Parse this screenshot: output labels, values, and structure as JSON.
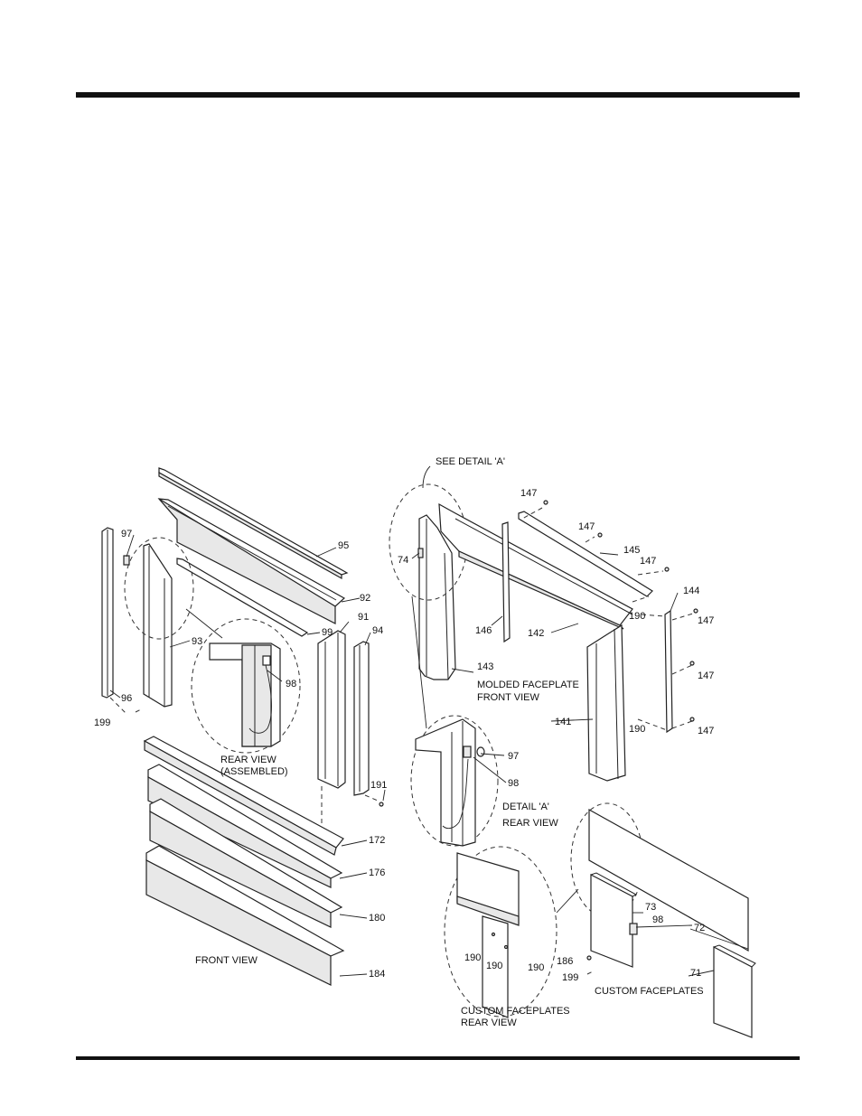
{
  "labels": {
    "l95": "95",
    "l92": "92",
    "l97": "97",
    "l93": "93",
    "l99": "99",
    "l91": "91",
    "l94": "94",
    "l98a": "98",
    "l96": "96",
    "l199a": "199",
    "rear_view_1": "REAR VIEW",
    "rear_view_2": "(ASSEMBLED)",
    "l191": "191",
    "l172": "172",
    "l176": "176",
    "l180": "180",
    "l184": "184",
    "front_view": "FRONT VIEW",
    "see_detail": "SEE DETAIL 'A'",
    "l147a": "147",
    "l147b": "147",
    "l145": "145",
    "l147c": "147",
    "l74": "74",
    "l144": "144",
    "l147d": "147",
    "l190a": "190",
    "l146": "146",
    "l142": "142",
    "l143": "143",
    "molded_1": "MOLDED FACEPLATE",
    "molded_2": "FRONT VIEW",
    "l147e": "147",
    "l141": "141",
    "l190b": "190",
    "l147f": "147",
    "l97b": "97",
    "l98b": "98",
    "detail_1": "DETAIL 'A'",
    "detail_2": "REAR VIEW",
    "l73": "73",
    "l98c": "98",
    "l72": "72",
    "l190c": "190",
    "l190d": "190",
    "l190e": "190",
    "l186": "186",
    "l199b": "199",
    "custom_fp": "CUSTOM FACEPLATES",
    "l71": "71",
    "custom_rear_1": "CUSTOM FACEPLATES",
    "custom_rear_2": "REAR VIEW"
  }
}
